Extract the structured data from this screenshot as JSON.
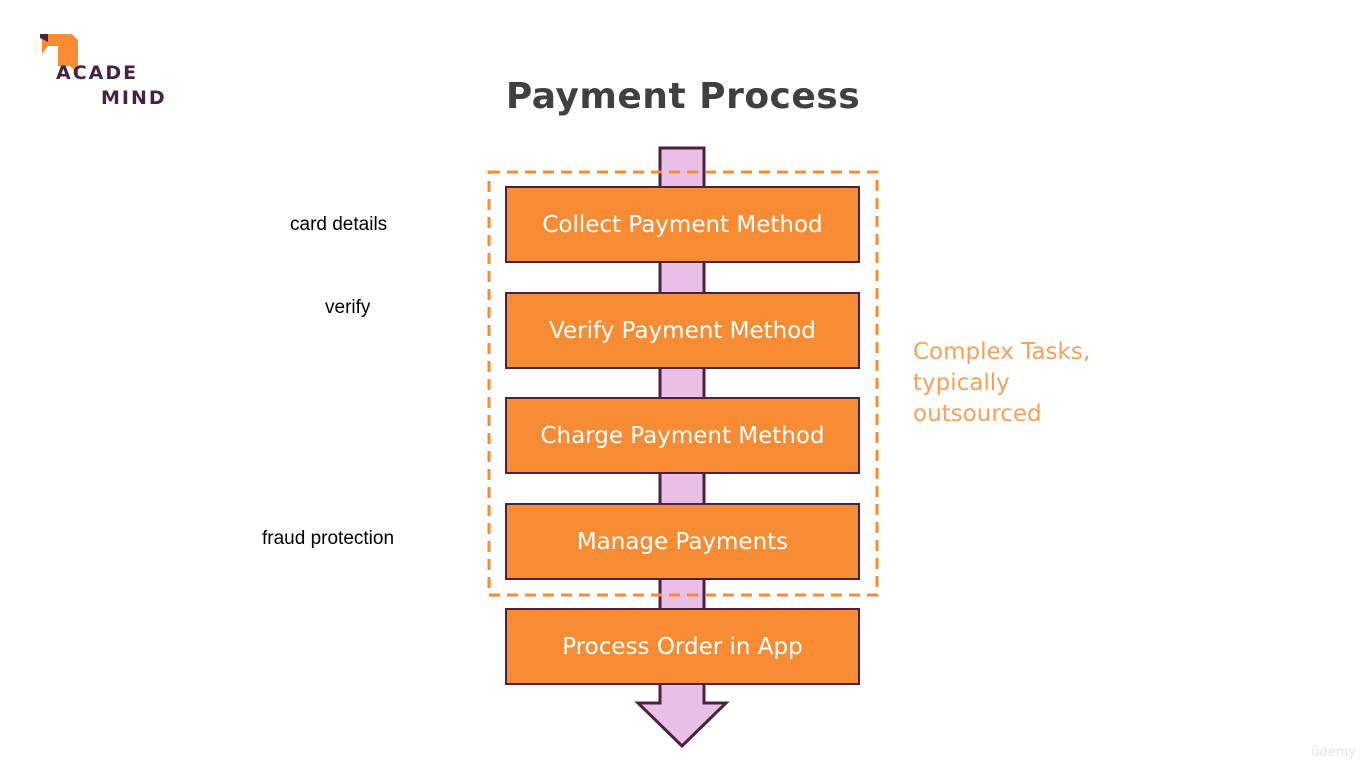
{
  "logo": {
    "line1": "ACADE",
    "line2": "MIND"
  },
  "title": "Payment Process",
  "steps": [
    {
      "label": "Collect Payment Method"
    },
    {
      "label": "Verify Payment Method"
    },
    {
      "label": "Charge Payment Method"
    },
    {
      "label": "Manage Payments"
    },
    {
      "label": "Process Order in App"
    }
  ],
  "side_notes": {
    "card_details": "card details",
    "verify": "verify",
    "fraud_protection": "fraud protection"
  },
  "outsourced_note": {
    "line1": "Complex Tasks,",
    "line2": "typically",
    "line3": "outsourced"
  },
  "watermark": "ûdemy",
  "colors": {
    "box_fill": "#f78c34",
    "box_border": "#4a2142",
    "arrow_fill": "#eabfe6",
    "arrow_border": "#4a2142",
    "dashed_frame": "#f78c34",
    "note_text": "#f7a157",
    "title_text": "#404040",
    "logo_text": "#4a2142",
    "logo_mark": "#f78c34"
  }
}
